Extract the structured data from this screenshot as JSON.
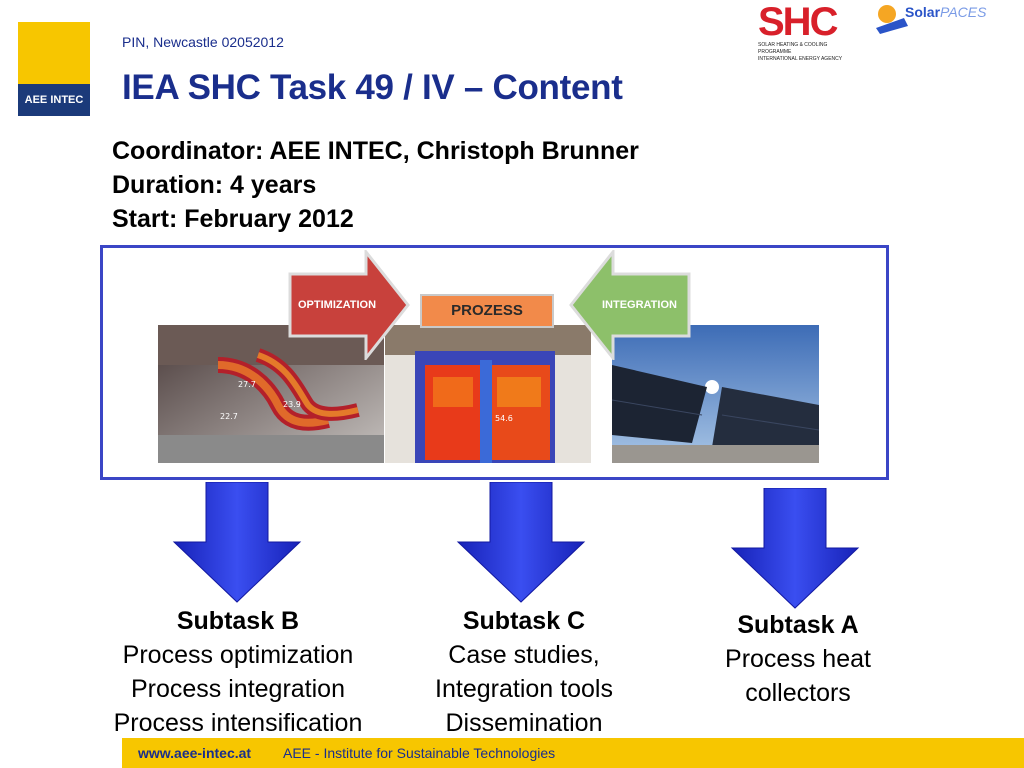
{
  "header": {
    "logo_text": "AEE INTEC",
    "pin_line": "PIN, Newcastle 02052012",
    "title": "IEA SHC Task 49 / IV – Content",
    "shc_logo_text": "SHC",
    "shc_line1": "SOLAR HEATING & COOLING PROGRAMME",
    "shc_line2": "INTERNATIONAL ENERGY AGENCY",
    "solarpaces_word1": "Solar",
    "solarpaces_word2": "PACES"
  },
  "info": {
    "coordinator": "Coordinator: AEE INTEC, Christoph Brunner",
    "duration": "Duration: 4 years",
    "start": "Start: February 2012"
  },
  "diagram": {
    "left_arrow_label": "OPTIMIZATION",
    "center_label": "PROZESS",
    "right_arrow_label": "INTEGRATION",
    "thermal_values": [
      "27.7",
      "22.7",
      "23.9",
      "54.6"
    ]
  },
  "subtasks": [
    {
      "heading": "Subtask B",
      "lines": [
        "Process optimization",
        "Process integration",
        "Process intensification"
      ]
    },
    {
      "heading": "Subtask C",
      "lines": [
        "Case studies,",
        "Integration tools",
        "Dissemination"
      ]
    },
    {
      "heading": "Subtask A",
      "lines": [
        "Process heat",
        "collectors"
      ]
    }
  ],
  "footer": {
    "url": "www.aee-intec.at",
    "institute": "AEE - Institute for Sustainable Technologies"
  },
  "colors": {
    "title_blue": "#1a2e8c",
    "arrow_blue": "#1f2fd6",
    "logo_yellow": "#f7c600",
    "prozess_orange": "#f28a4a",
    "optimization_red": "#c8413c",
    "integration_green": "#8dc06a"
  }
}
